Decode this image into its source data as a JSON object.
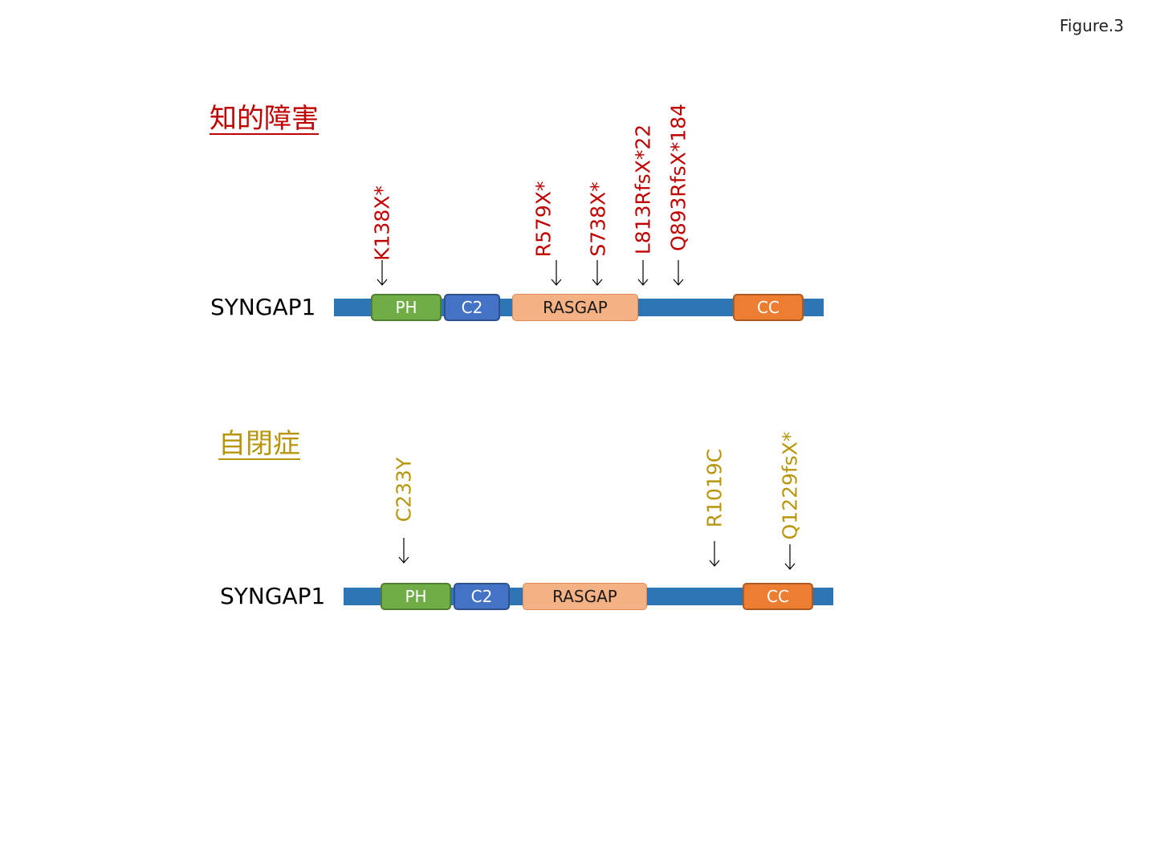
{
  "figure_label": "Figure.3",
  "colors": {
    "intellectual": "#c00000",
    "autism": "#b8960c",
    "backbone": "#2e75b6",
    "ph": "#70ad47",
    "c2": "#4472c4",
    "rasgap": "#f4b183",
    "cc": "#ed7d31"
  },
  "sections": [
    {
      "title": "知的障害",
      "gene": "SYNGAP1",
      "domains": {
        "ph": "PH",
        "c2": "C2",
        "rasgap": "RASGAP",
        "cc": "CC"
      },
      "mutations": [
        "K138X*",
        "R579X*",
        "S738X*",
        "L813RfsX*22",
        "Q893RfsX*184"
      ]
    },
    {
      "title": "自閉症",
      "gene": "SYNGAP1",
      "domains": {
        "ph": "PH",
        "c2": "C2",
        "rasgap": "RASGAP",
        "cc": "CC"
      },
      "mutations": [
        "C233Y",
        "R1019C",
        "Q1229fsX*"
      ]
    }
  ]
}
